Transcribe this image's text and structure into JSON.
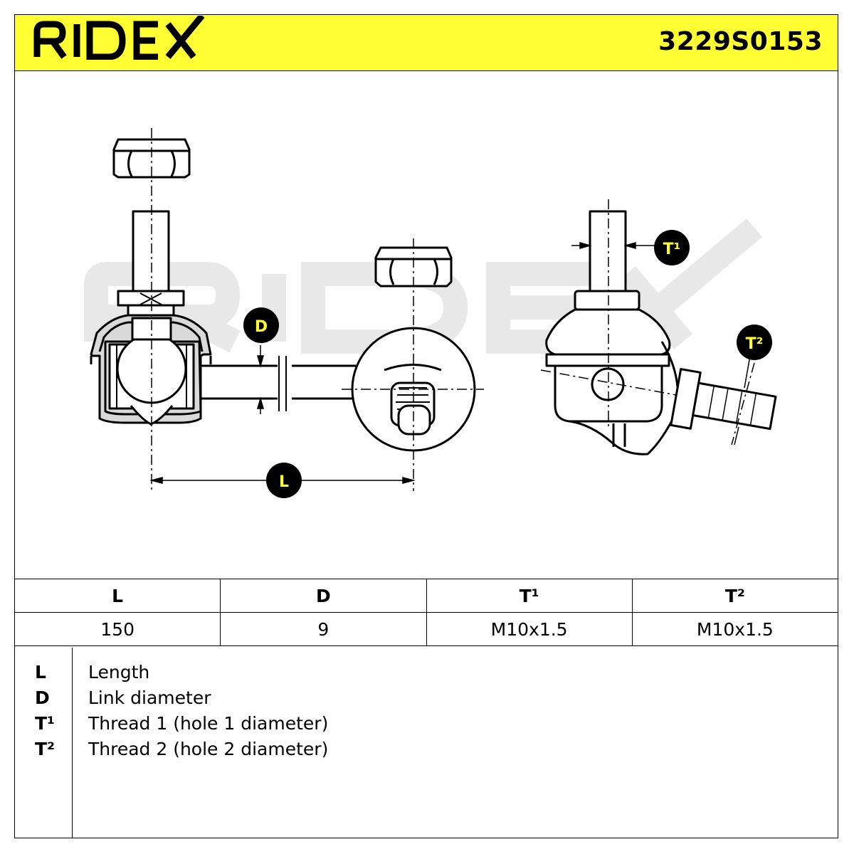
{
  "brand": {
    "logo_text": "RIDEX",
    "colors": {
      "header": "#ffff33",
      "ink": "#000000",
      "label_text": "#ffff33",
      "watermark": "#e6e6e6"
    }
  },
  "part_number": "3229S0153",
  "callouts": {
    "d": "D",
    "l": "L",
    "t1": "T¹",
    "t2": "T²"
  },
  "specs": {
    "headers": [
      "L",
      "D",
      "T¹",
      "T²"
    ],
    "values": [
      "150",
      "9",
      "M10x1.5",
      "M10x1.5"
    ]
  },
  "legend": [
    {
      "symbol": "L",
      "text": "Length"
    },
    {
      "symbol": "D",
      "text": "Link diameter"
    },
    {
      "symbol": "T¹",
      "text": "Thread 1 (hole 1 diameter)"
    },
    {
      "symbol": "T²",
      "text": "Thread 2 (hole 2 diameter)"
    }
  ]
}
